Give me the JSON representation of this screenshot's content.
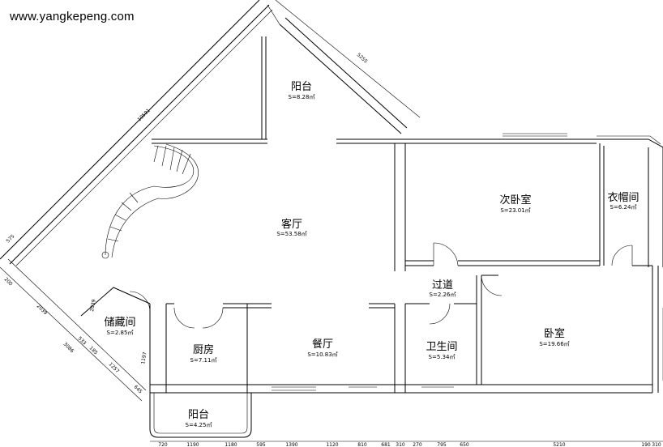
{
  "watermark": "www.yangkepeng.com",
  "rooms": [
    {
      "name": "阳台",
      "area": "S=8.28㎡"
    },
    {
      "name": "客厅",
      "area": "S=53.58㎡"
    },
    {
      "name": "次卧室",
      "area": "S=23.01㎡"
    },
    {
      "name": "衣帽间",
      "area": "S=6.24㎡"
    },
    {
      "name": "过道",
      "area": "S=2.26㎡"
    },
    {
      "name": "储藏间",
      "area": "S=2.85㎡"
    },
    {
      "name": "厨房",
      "area": "S=7.11㎡"
    },
    {
      "name": "餐厅",
      "area": "S=10.83㎡"
    },
    {
      "name": "卫生间",
      "area": "S=5.34㎡"
    },
    {
      "name": "卧室",
      "area": "S=19.66㎡"
    },
    {
      "name": "阳台",
      "area": "S=4.25㎡"
    }
  ],
  "dimensions_top_diag": [
    "5255",
    "10591"
  ],
  "dimensions_left": [
    "575",
    "200",
    "2039",
    "533",
    "185",
    "3086",
    "1257",
    "1197",
    "645",
    "2039"
  ],
  "dimensions_bottom": [
    "720",
    "1190",
    "1180",
    "595",
    "1390",
    "1120",
    "810",
    "681",
    "310",
    "270",
    "795",
    "650",
    "5210",
    "190",
    "310"
  ]
}
